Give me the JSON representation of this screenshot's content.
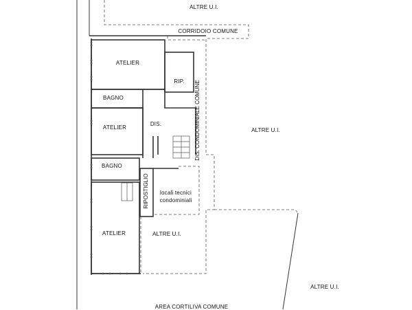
{
  "plan": {
    "labels": {
      "altre_ui_top": "ALTRE U.I.",
      "corridoio_comune": "CORRIDOIO COMUNE",
      "atelier_1": "ATELIER",
      "rip": "RIP.",
      "bagno_1": "BAGNO",
      "atelier_2": "ATELIER",
      "dis": "DIS.",
      "dis_condominiale": "DIS. CONDOMINIALE COMUNE",
      "altre_ui_right": "ALTRE U.I.",
      "bagno_2": "BAGNO",
      "ripostiglio": "RIPOSTIGLIO",
      "locali_tecnici_1": "locali tecnici",
      "locali_tecnici_2": "condominiali",
      "atelier_3": "ATELIER",
      "altre_ui_mid": "ALTRE U.I.",
      "altre_ui_bottom_right": "ALTRE U.I.",
      "area_cortiliva": "AREA CORTILIVA COMUNE"
    },
    "colors": {
      "wall": "#333333",
      "dashed": "#555555",
      "hatch": "#666666"
    }
  }
}
